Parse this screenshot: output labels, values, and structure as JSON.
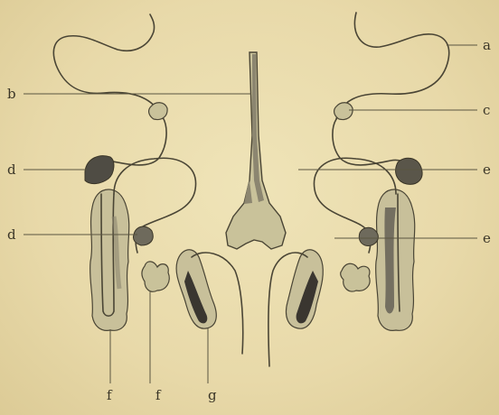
{
  "labels": {
    "a": "a",
    "b": "b",
    "c": "c",
    "d_upper": "d",
    "d_lower": "d",
    "e_upper": "e",
    "e_lower": "e",
    "f_left": "f",
    "f_right": "f",
    "g": "g"
  },
  "colors": {
    "background": "#e9dcae",
    "outline": "#4a4535",
    "light_tissue": "#c8c098",
    "dark_tissue": "#4f4c44",
    "mid_tissue": "#8a8570"
  }
}
